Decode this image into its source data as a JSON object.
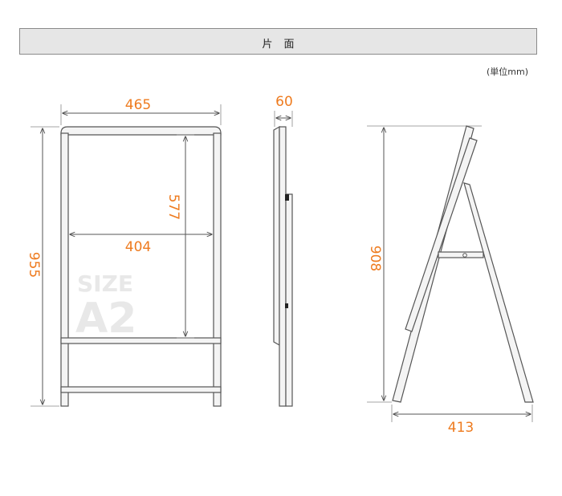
{
  "header": {
    "title": "片面"
  },
  "unit_note": "(単位mm)",
  "front_view": {
    "width_label": "465",
    "height_label": "955",
    "poster_width_label": "404",
    "poster_height_label": "577",
    "size_caption": "SIZE",
    "size_value": "A2"
  },
  "side_view": {
    "depth_label": "60"
  },
  "open_view": {
    "height_label": "908",
    "base_label": "413"
  },
  "colors": {
    "dimension": "#ee7b1f",
    "frame_stroke": "#555555",
    "frame_fill": "#f4f4f4"
  }
}
